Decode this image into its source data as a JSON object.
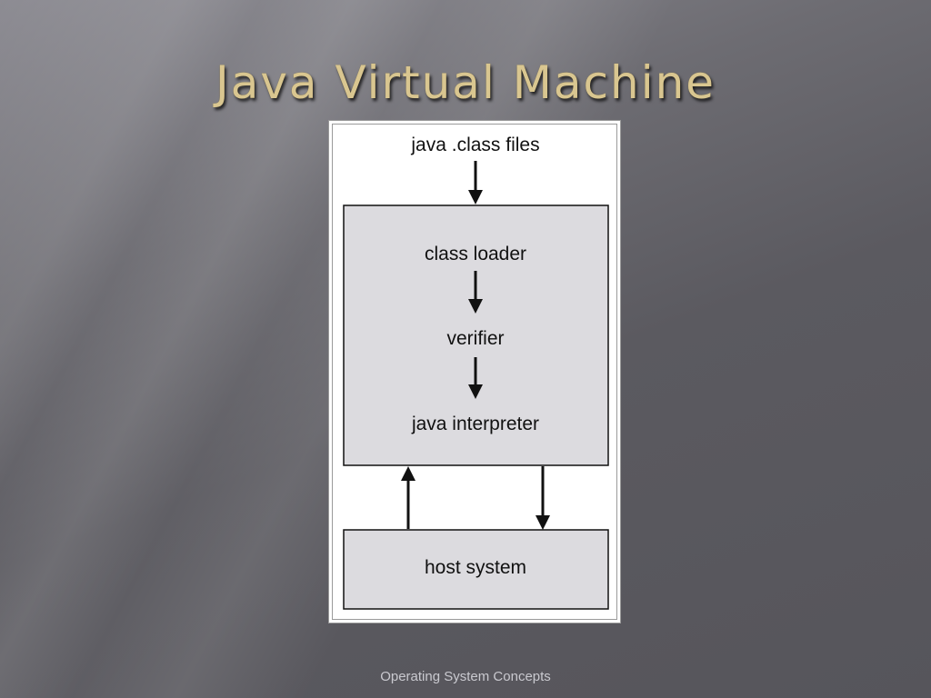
{
  "slide": {
    "title": "Java Virtual Machine",
    "footer": "Operating System Concepts"
  },
  "diagram": {
    "input_label": "java .class files",
    "jvm_steps": [
      "class loader",
      "verifier",
      "java interpreter"
    ],
    "host_label": "host system"
  },
  "colors": {
    "title": "#d9c690",
    "box_fill": "#dcdbdf",
    "panel": "#ffffff",
    "stroke": "#111111"
  }
}
